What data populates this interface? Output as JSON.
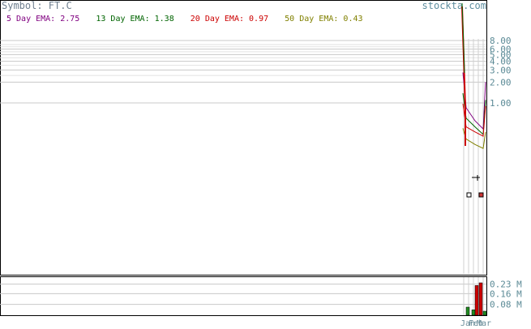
{
  "symbol_label": "Symbol: FT.C",
  "brand": "stockta.com",
  "ema_legend": [
    {
      "label": "5 Day EMA:",
      "value": "2.75",
      "color": "#800080"
    },
    {
      "label": "13 Day EMA:",
      "value": "1.38",
      "color": "#006400"
    },
    {
      "label": "20 Day EMA:",
      "value": "0.97",
      "color": "#cc0000"
    },
    {
      "label": "50 Day EMA:",
      "value": "0.43",
      "color": "#808000"
    }
  ],
  "chart_data": {
    "type": "line",
    "price_axis": {
      "scale": "log",
      "ticks": [
        "8.00",
        "6.00",
        "5.00",
        "4.00",
        "3.00",
        "2.00",
        "1.00"
      ]
    },
    "volume_axis": {
      "ticks": [
        "0.23 M",
        "0.16 M",
        "0.08 M"
      ]
    },
    "x_tick_labels": [
      "Jan",
      "Feb",
      "Mar"
    ],
    "grid": true,
    "ema_series": [
      {
        "values": [
          2.75,
          0.85,
          0.55,
          0.42,
          2.0
        ]
      },
      {
        "values": [
          1.38,
          0.6,
          0.45,
          0.35,
          1.1
        ]
      },
      {
        "values": [
          0.97,
          0.45,
          0.38,
          0.33,
          0.9
        ]
      },
      {
        "values": [
          0.43,
          0.3,
          0.25,
          0.22,
          0.38
        ]
      }
    ],
    "volume_m": [
      0.06,
      0.04,
      0.22,
      0.24,
      0.03
    ]
  }
}
